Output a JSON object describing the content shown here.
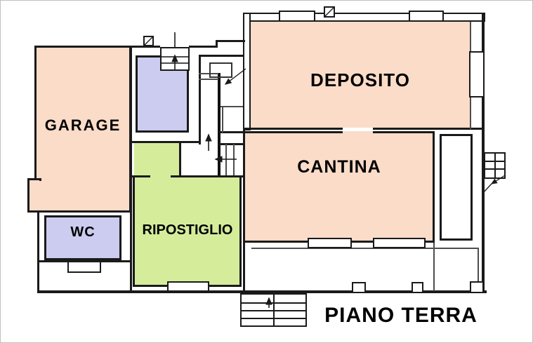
{
  "plan": {
    "title": "PIANO TERRA",
    "rooms": {
      "garage": {
        "label": "GARAGE",
        "color": "#fadcc8"
      },
      "wc": {
        "label": "WC",
        "color": "#ccccf0"
      },
      "ripostiglio": {
        "label": "RIPOSTIGLIO",
        "color": "#d5ed9b"
      },
      "deposito": {
        "label": "DEPOSITO",
        "color": "#fadcc8"
      },
      "cantina": {
        "label": "CANTINA",
        "color": "#fadcc8"
      },
      "vano_scala": {
        "label": "",
        "color": "#ccccf0"
      }
    },
    "colors": {
      "wall": "#1a1a1a",
      "peach": "#fadcc8",
      "lavender": "#ccccf0",
      "green": "#d5ed9b",
      "background": "#ffffff"
    }
  }
}
